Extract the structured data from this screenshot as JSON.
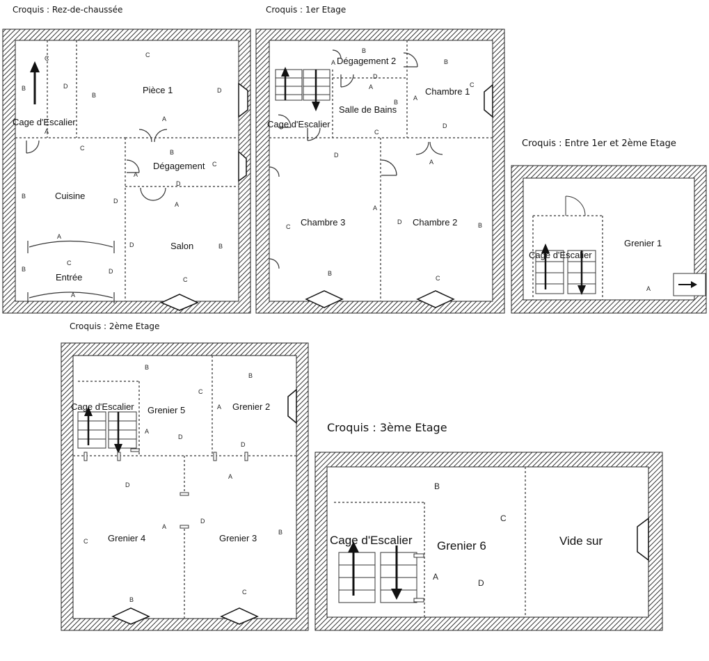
{
  "titles": {
    "ground": "Croquis : Rez-de-chaussée",
    "first": "Croquis : 1er Etage",
    "between": "Croquis : Entre 1er et 2ème Etage",
    "second": "Croquis : 2ème Etage",
    "third": "Croquis : 3ème Etage"
  },
  "rooms": {
    "ground": {
      "piece1": "Pièce 1",
      "stair": "Cage d'Escalier",
      "degagement": "Dégagement",
      "cuisine": "Cuisine",
      "salon": "Salon",
      "entree": "Entrée"
    },
    "first": {
      "degagement2": "Dégagement 2",
      "stair": "Cage d'Escalier",
      "sdb": "Salle de Bains",
      "chambre1": "Chambre 1",
      "chambre3": "Chambre 3",
      "chambre2": "Chambre 2"
    },
    "between": {
      "stair": "Cage d'Escalier",
      "grenier1": "Grenier 1"
    },
    "second": {
      "stair": "Cage d'Escalier",
      "grenier5": "Grenier 5",
      "grenier2": "Grenier 2",
      "grenier4": "Grenier 4",
      "grenier3": "Grenier 3"
    },
    "third": {
      "stair": "Cage d'Escalier",
      "grenier6": "Grenier 6",
      "vide": "Vide sur"
    }
  },
  "wall_letters": [
    "A",
    "B",
    "C",
    "D"
  ],
  "colors": {
    "wall": "#333333",
    "line": "#222222",
    "background": "#ffffff"
  }
}
